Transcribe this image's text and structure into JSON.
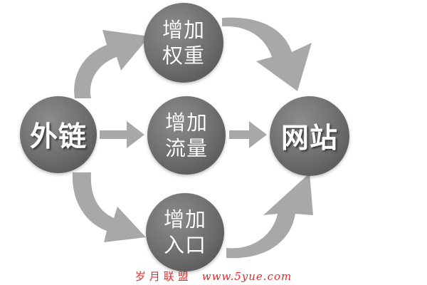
{
  "nodes": {
    "source": {
      "label": "外链"
    },
    "top": {
      "line1": "增加",
      "line2": "权重"
    },
    "middle": {
      "line1": "增加",
      "line2": "流量"
    },
    "bottom": {
      "line1": "增加",
      "line2": "入口"
    },
    "target": {
      "label": "网站"
    }
  },
  "watermark": {
    "name": "岁月联盟",
    "url": "www.5yue.com"
  },
  "colors": {
    "node": "#6f6f6f",
    "arrow": "#a8a8a8",
    "text": "#ffffff",
    "watermark": "#e02b2b"
  }
}
